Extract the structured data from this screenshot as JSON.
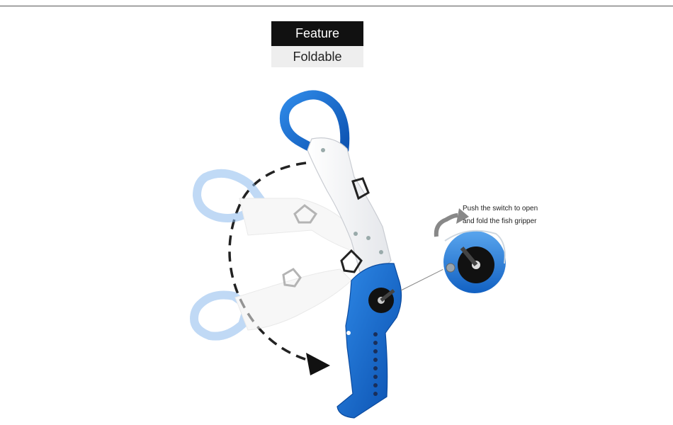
{
  "header": {
    "title": "Feature",
    "subtitle": "Foldable"
  },
  "callout": {
    "line1": "Push the switch to open",
    "line2": "and fold the fish gripper"
  },
  "colors": {
    "accent_blue": "#1464c8",
    "faded_blue": "#b8d4f2",
    "handle_white": "#f7f7f7"
  }
}
